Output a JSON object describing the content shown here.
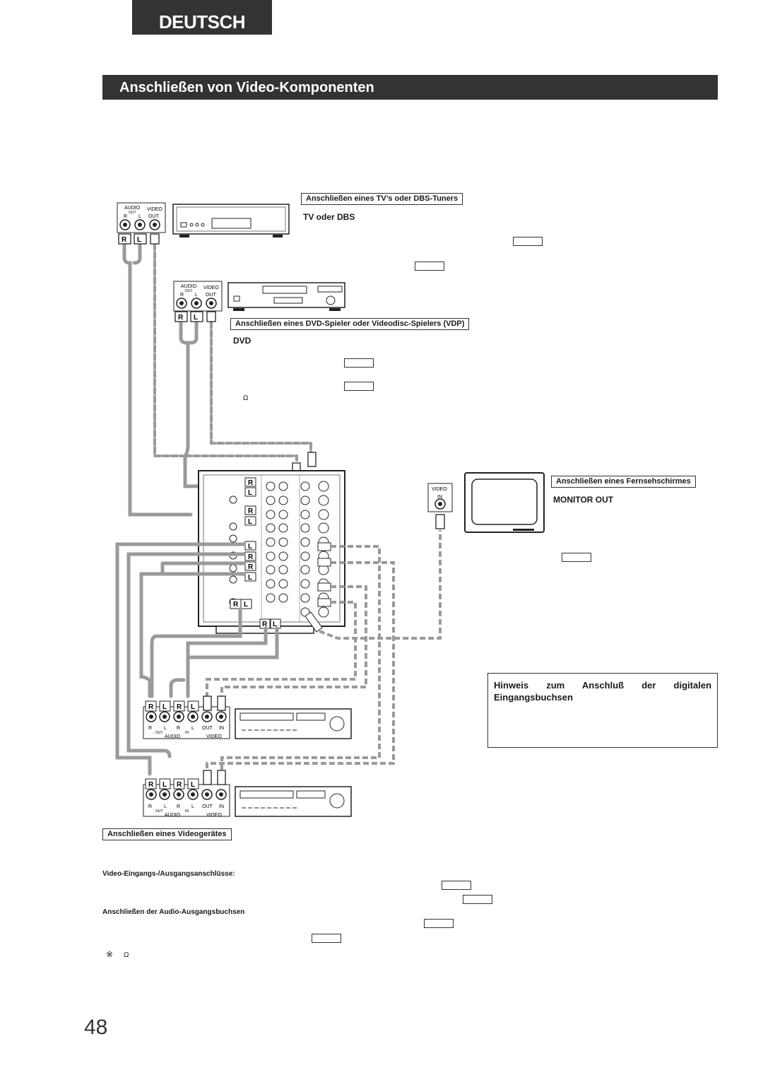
{
  "header": {
    "language_tab": "DEUTSCH"
  },
  "page_title": "Anschließen von Video-Komponenten",
  "sections": {
    "tv": {
      "heading": "Anschließen eines TV’s oder DBS-Tuners",
      "label": "TV oder DBS"
    },
    "dvd": {
      "heading": "Anschließen eines DVD-Spieler oder Videodisc-Spielers (VDP)",
      "label": "DVD",
      "ohm": "Ω"
    },
    "monitor": {
      "heading": "Anschließen eines Fernsehschirmes",
      "label": "MONITOR OUT"
    },
    "video_device": {
      "heading": "Anschließen eines Videogerätes"
    },
    "video_io": {
      "label": "Video-Eingangs-/Ausgangsanschlüsse:"
    },
    "audio_out": {
      "label": "Anschließen der Audio-Ausgangsbuchsen"
    },
    "footnote": {
      "mark": "※",
      "ohm": "Ω"
    }
  },
  "note": {
    "title": "Hinweis zum Anschluß der digitalen Eingangsbuchsen"
  },
  "diagram": {
    "audio": "AUDIO",
    "video": "VIDEO",
    "out": "OUT",
    "in": "IN",
    "r": "R",
    "l": "L",
    "monitor_jack_video": "VIDEO",
    "monitor_jack_in": "IN"
  },
  "page_number": "48",
  "colors": {
    "bar": "#333333",
    "cable": "#9a9a9a",
    "device": "#2a2a2a"
  }
}
